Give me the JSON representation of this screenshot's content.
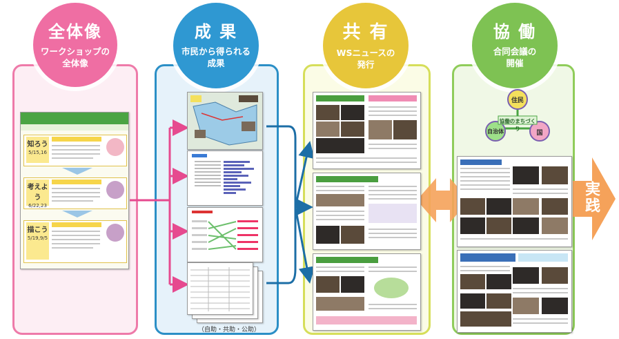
{
  "panels": [
    {
      "title": "全体像",
      "subtitle_line1": "ワークショップの",
      "subtitle_line2": "全体像",
      "color": "#ef6ea3"
    },
    {
      "title": "成 果",
      "subtitle_line1": "市民から得られる",
      "subtitle_line2": "成果",
      "color": "#2f98d2"
    },
    {
      "title": "共 有",
      "subtitle_line1": "WSニュースの",
      "subtitle_line2": "発行",
      "color": "#e7c63a"
    },
    {
      "title": "協 働",
      "subtitle_line1": "合同会議の",
      "subtitle_line2": "開催",
      "color": "#7ec253"
    }
  ],
  "poster": {
    "stages": [
      {
        "label": "知ろう",
        "date": "5/15,16"
      },
      {
        "label": "考えよう",
        "date": "6/22,23"
      },
      {
        "label": "描こう",
        "date": "5/19,9/5"
      }
    ]
  },
  "results_caption": "（自助・共助・公助）",
  "collaboration": {
    "top": "住民",
    "center": "協働のまちづくり",
    "left": "自治体",
    "right": "国"
  },
  "action_label": "実践"
}
